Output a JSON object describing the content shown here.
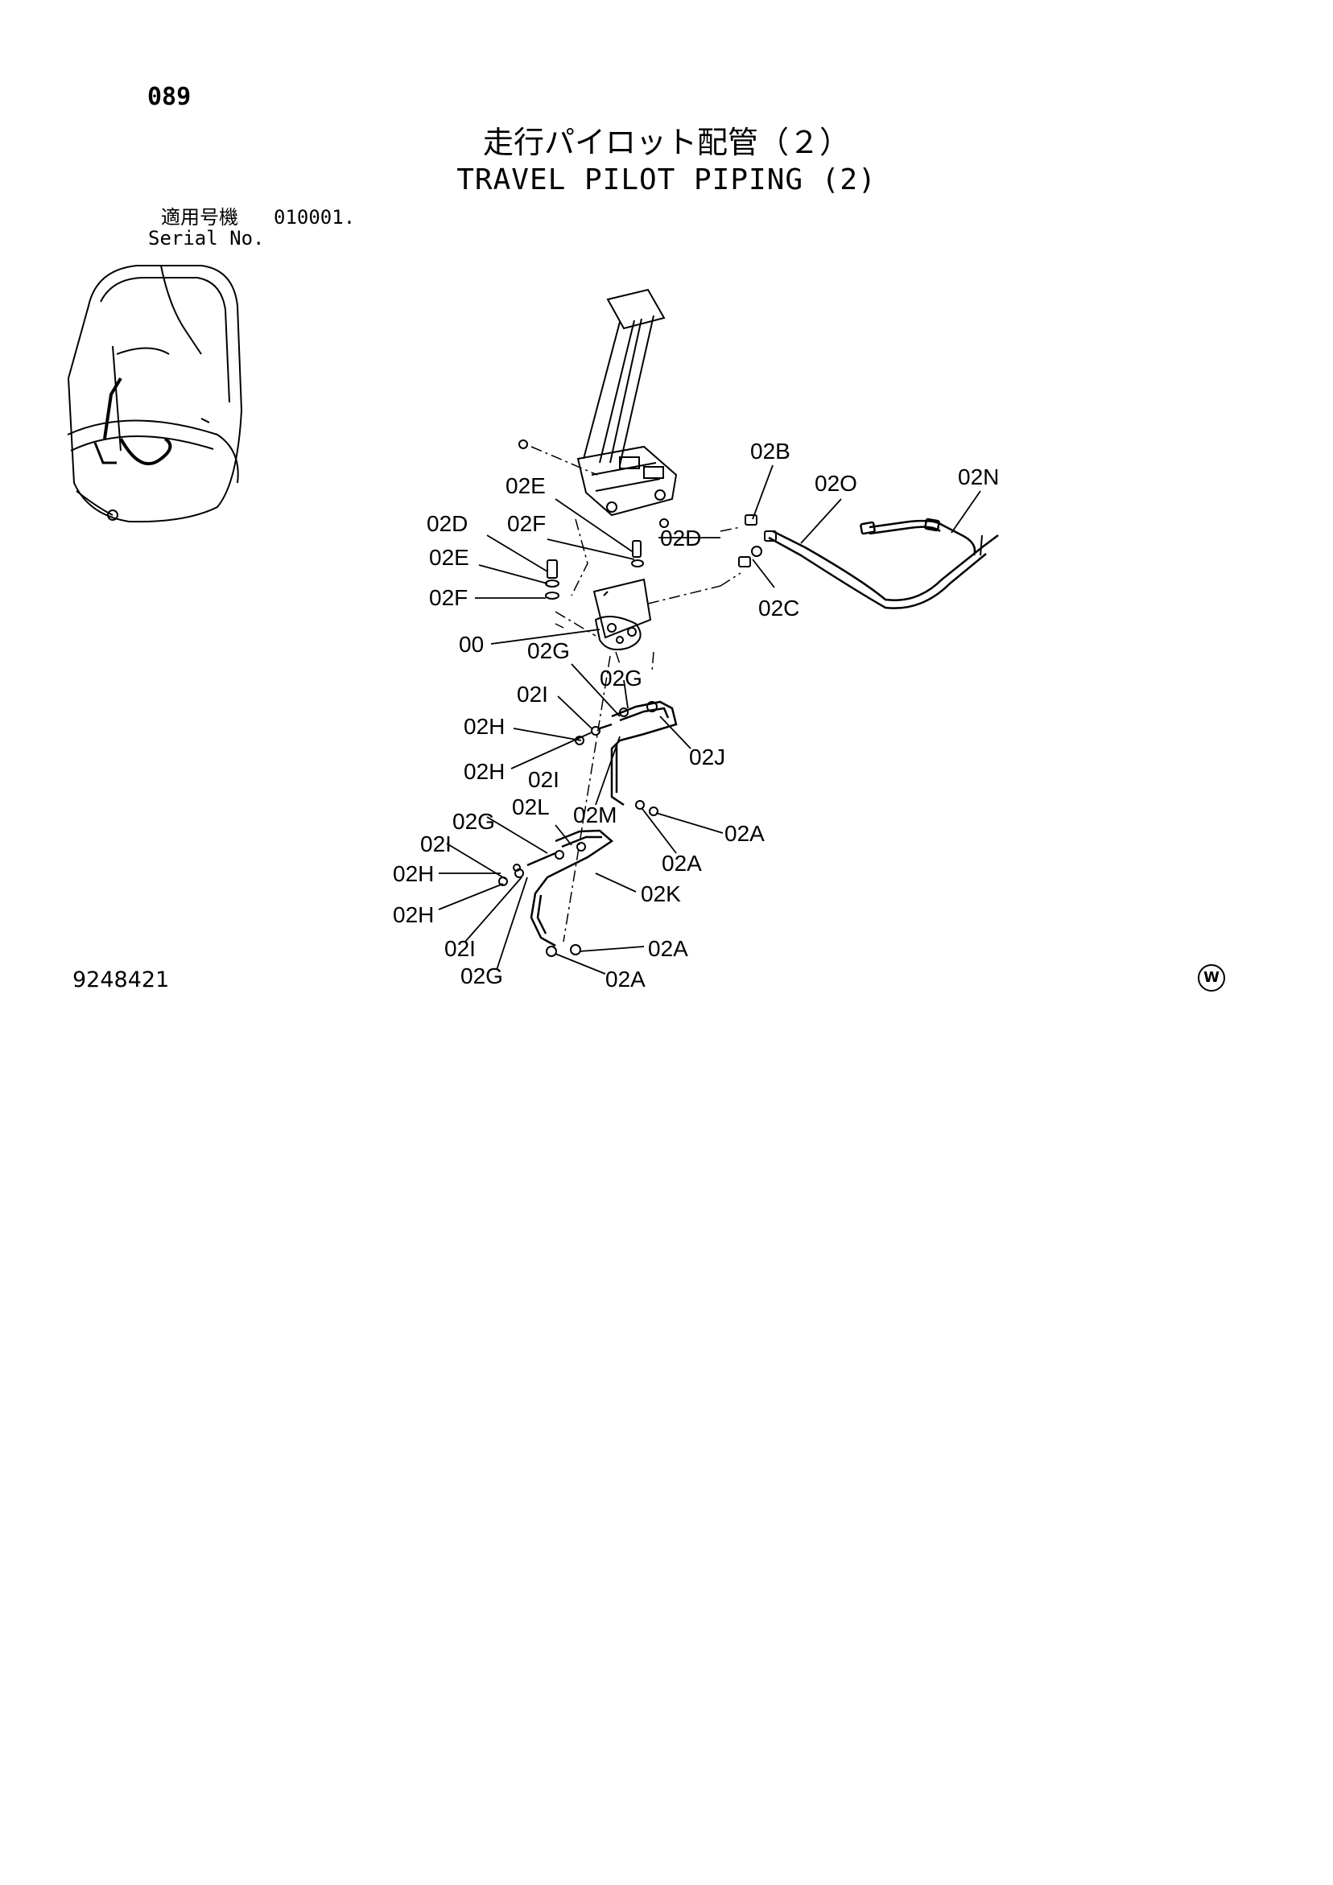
{
  "header": {
    "page_number": "089",
    "title_jp": "走行パイロット配管（２）",
    "title_en": "TRAVEL PILOT PIPING (2)",
    "serial_label_jp": "適用号機",
    "serial_value": "010001.",
    "serial_label_en": "Serial No."
  },
  "footer": {
    "document_id": "9248421",
    "mark": "W"
  },
  "callouts": [
    "02B",
    "02O",
    "02N",
    "02E",
    "02D",
    "02F",
    "02D",
    "02E",
    "02F",
    "02C",
    "00",
    "02G",
    "02G",
    "02I",
    "02H",
    "02J",
    "02H",
    "02I",
    "02L",
    "02M",
    "02G",
    "02A",
    "02I",
    "02A",
    "02H",
    "02K",
    "02H",
    "02I",
    "02A",
    "02G",
    "02A"
  ]
}
